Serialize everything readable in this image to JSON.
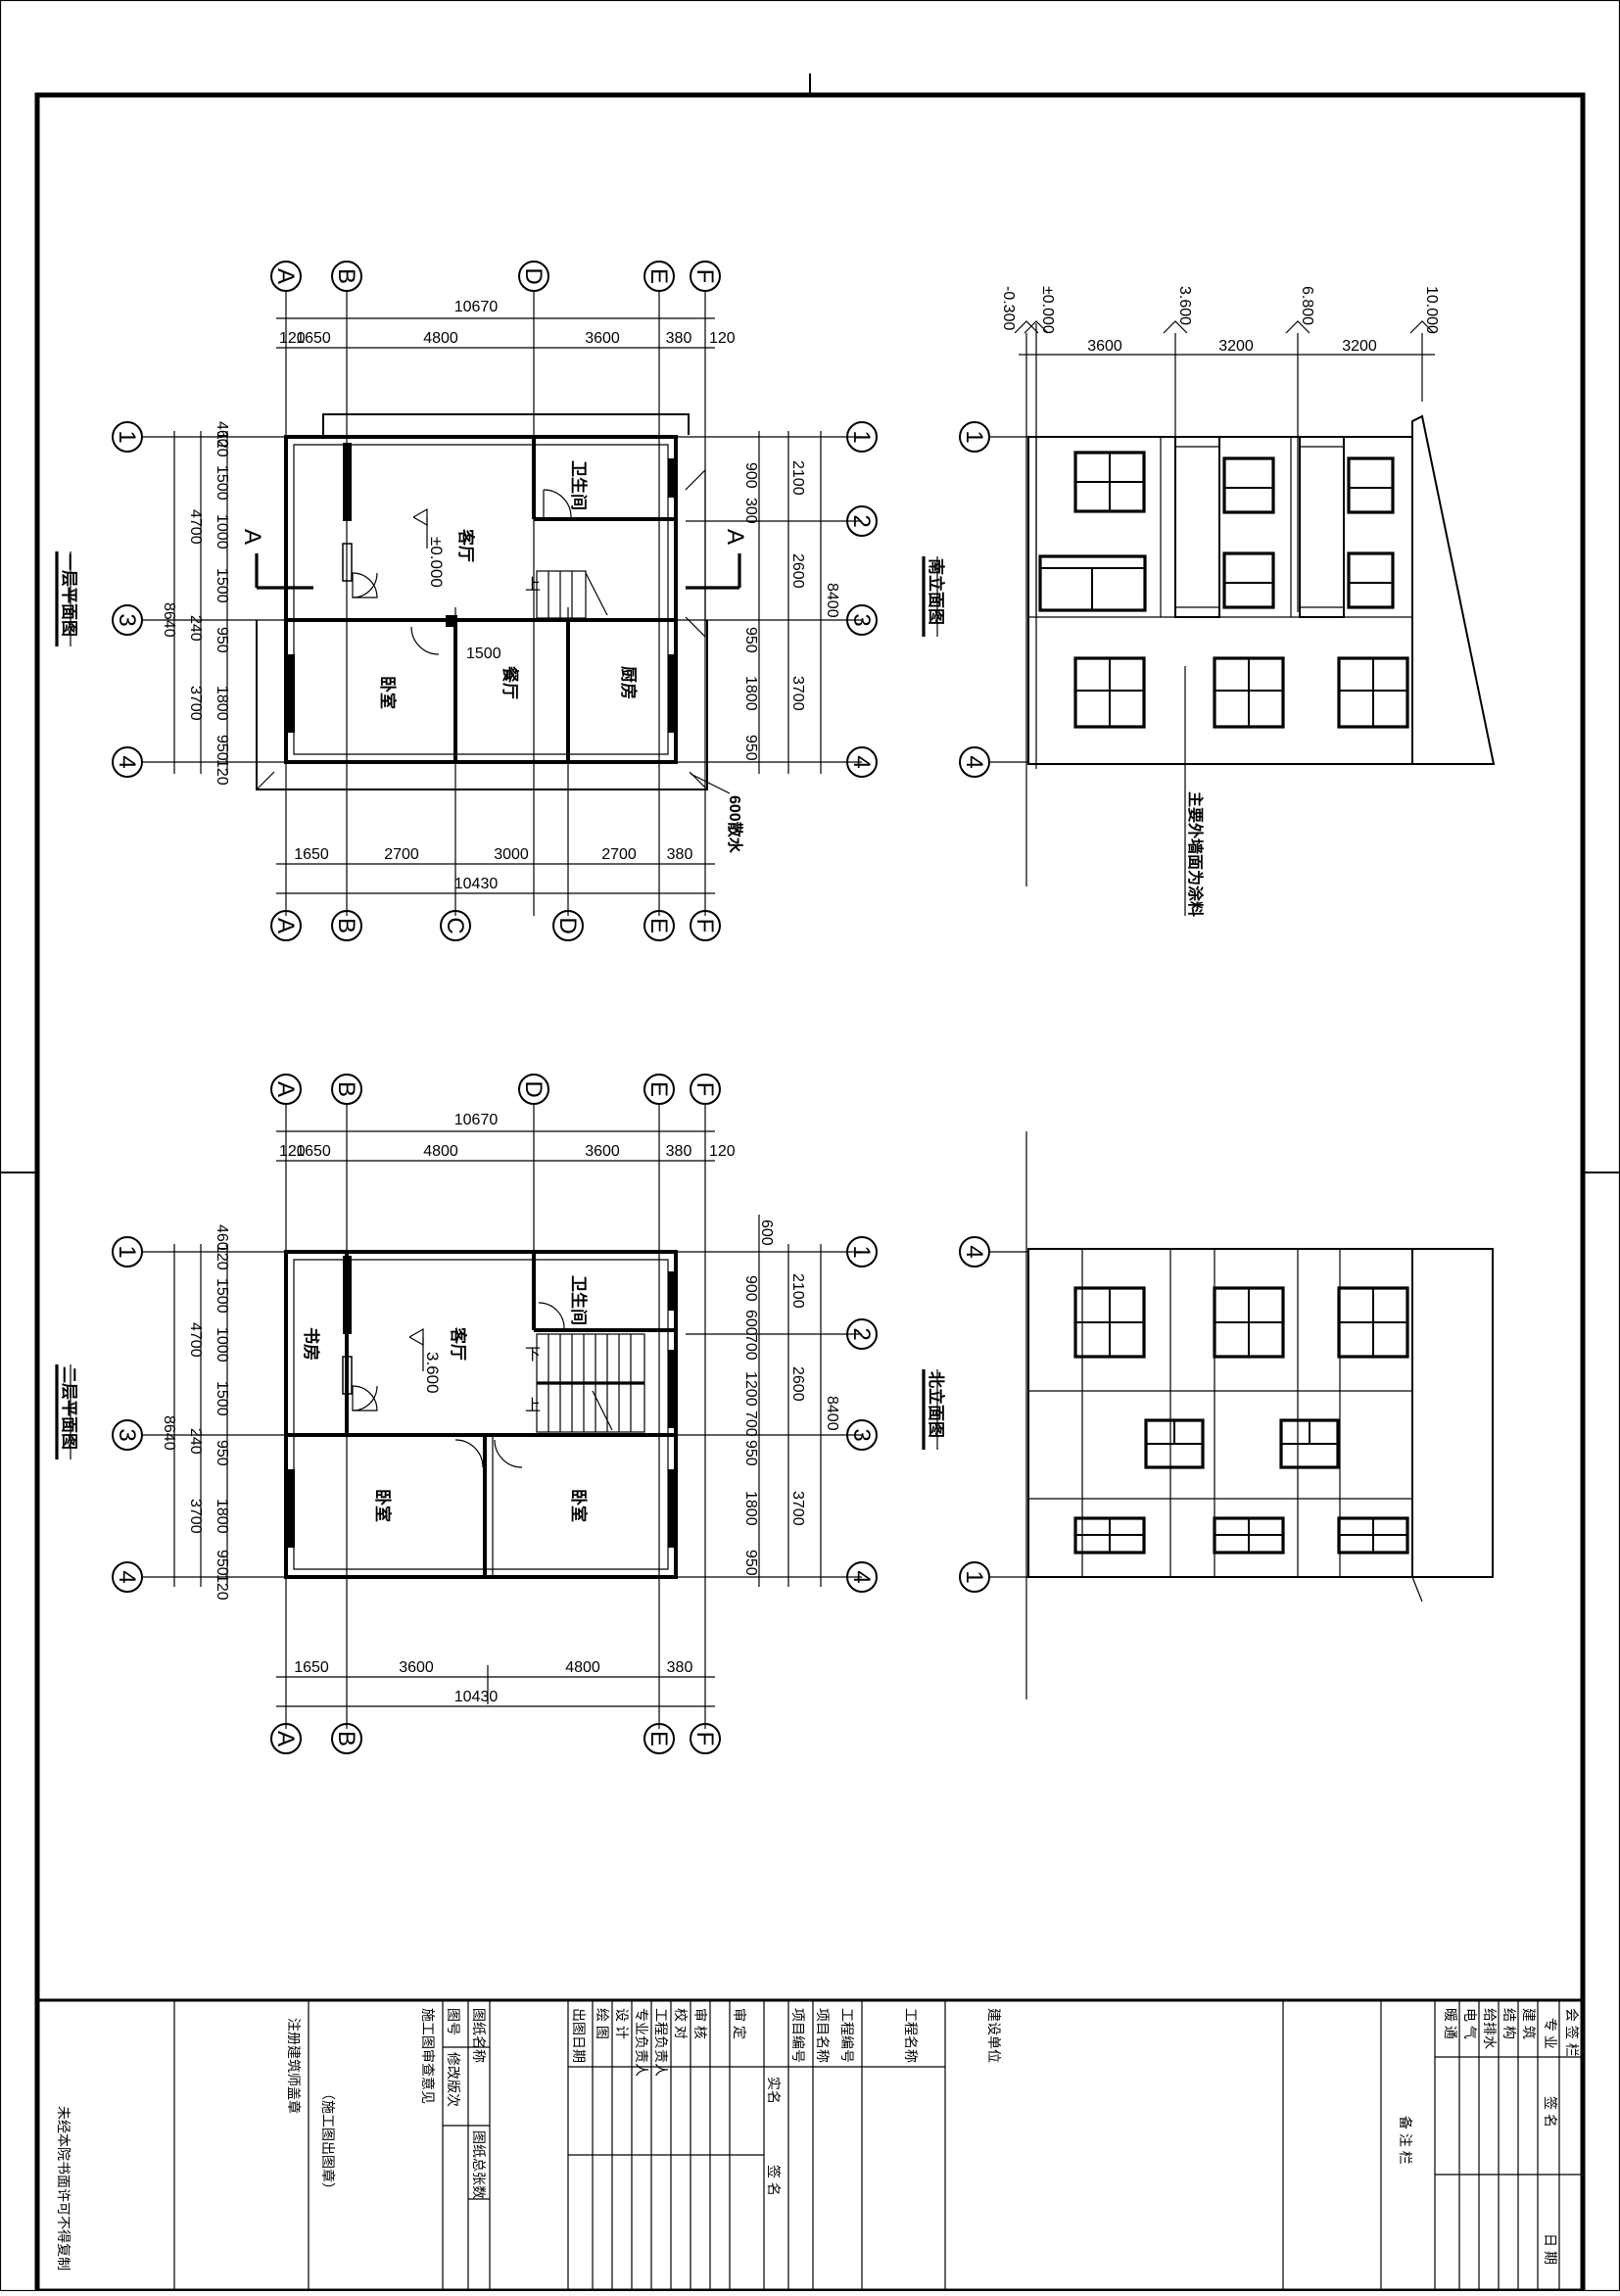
{
  "plan_top": {
    "grid_top": [
      "A",
      "B",
      "D",
      "E",
      "F"
    ],
    "grid_bottom": [
      "A",
      "B",
      "C",
      "D",
      "E",
      "F"
    ],
    "grid_left": [
      "1",
      "2",
      "3",
      "4"
    ],
    "total_top": "10670",
    "top_dims": [
      "120",
      "1650",
      "4800",
      "3600",
      "380",
      "120"
    ],
    "total_bottom": "10430",
    "bottom_dims": [
      "1650",
      "2700",
      "3000",
      "2700",
      "380"
    ],
    "left_outer": "8640",
    "left_mid": [
      "4700",
      "240",
      "3700"
    ],
    "left_inner": [
      "460",
      "120",
      "1500",
      "1000",
      "1500",
      "950",
      "1800",
      "950",
      "120"
    ],
    "right_outer": "8400",
    "right_mid": [
      "2100",
      "2600",
      "3700"
    ],
    "right_inner": [
      "900",
      "300",
      "950",
      "1800",
      "950"
    ],
    "section_mark": "A",
    "elevation_mark": "±0.000",
    "room_hall": "客厅",
    "room_toilet": "卫生间",
    "room_bed": "卧室",
    "room_dining": "餐厅",
    "room_kitchen": "厨房",
    "dim_1500": "1500",
    "note": "600散水",
    "title": "一层平面图"
  },
  "plan_bottom": {
    "grid_top": [
      "A",
      "B",
      "D",
      "E",
      "F"
    ],
    "grid_bottom": [
      "A",
      "B",
      "E",
      "F"
    ],
    "grid_left": [
      "1",
      "2",
      "3",
      "4"
    ],
    "total_top": "10670",
    "top_dims": [
      "120",
      "1650",
      "4800",
      "3600",
      "380",
      "120"
    ],
    "total_bottom": "10430",
    "bottom_dims": [
      "1650",
      "3600",
      "4800",
      "380"
    ],
    "left_outer": "8640",
    "left_mid": [
      "4700",
      "240",
      "3700"
    ],
    "left_inner": [
      "460",
      "120",
      "1500",
      "1000",
      "1500",
      "950",
      "1800",
      "950",
      "120"
    ],
    "right_outer": "8400",
    "right_mid": [
      "2100",
      "2600",
      "3700"
    ],
    "right_inner": [
      "600",
      "900",
      "600",
      "700",
      "1200",
      "700",
      "950",
      "1800",
      "950"
    ],
    "elevation_mark": "3.600",
    "room_hall": "客厅",
    "room_toilet": "卫生间",
    "room_study": "书房",
    "room_bed1": "卧室",
    "room_bed2": "卧室",
    "stair_up": "上",
    "stair_down": "下",
    "title": "二层平面图"
  },
  "elev_top": {
    "levels": [
      "-0.300",
      "±0.000",
      "3.600",
      "6.800",
      "10.000"
    ],
    "heights": [
      "3600",
      "3200",
      "3200"
    ],
    "title": "南立面图",
    "note": "主要外墙面为涂料",
    "axis": [
      "1",
      "4"
    ]
  },
  "elev_bottom": {
    "title": "北立面图",
    "axis": [
      "4",
      "1"
    ]
  },
  "title_block": {
    "c1": "未经本院书面许可不得复制",
    "c2a": "注册建筑师盖章",
    "c2b": "（施工图出图章）",
    "c3a": "图号",
    "c3b": "修改版次",
    "c3c": "图纸名称",
    "c3d": "施工图审查意见",
    "c3e": "图纸总张数",
    "c4": [
      "出图日期",
      "绘 图",
      "设 计",
      "专业负责人",
      "工程负责人",
      "校 对",
      "审 核",
      "审 定"
    ],
    "c5a": "实名",
    "c5b": "签 名",
    "c6": [
      "项目编号",
      "项目名称",
      "工程编号"
    ],
    "c7": "工程名称",
    "c8": "建设单位",
    "c9": "备 注 栏",
    "sign_head": "会 签 栏",
    "sign_cols": [
      "专 业",
      "签 名",
      "日 期"
    ],
    "sign_rows": [
      "建 筑",
      "结 构",
      "给排水",
      "电 气",
      "暖 通"
    ]
  }
}
